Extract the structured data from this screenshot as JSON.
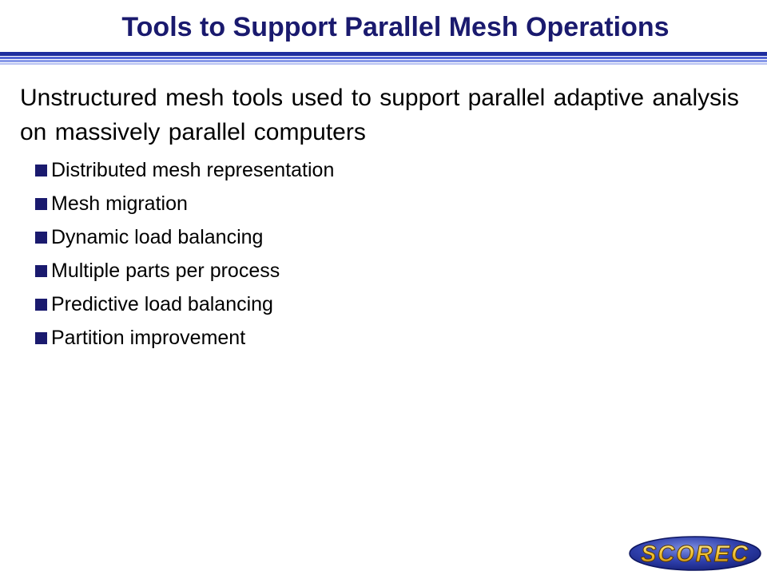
{
  "slide": {
    "title": "Tools to Support Parallel Mesh Operations",
    "lead_text": "Unstructured mesh tools used to support parallel adaptive analysis on massively parallel computers",
    "bullets": [
      "Distributed mesh representation",
      "Mesh migration",
      "Dynamic load balancing",
      "Multiple parts per process",
      "Predictive load balancing",
      "Partition improvement"
    ],
    "bullet_icon": "square-bullet-icon",
    "logo_text": "SCOREC"
  },
  "colors": {
    "title": "#1a1a6e",
    "rule": "#1e2d9e",
    "bullet": "#1a1a6e",
    "logo_oval": "#2a3aa8",
    "logo_text": "#e8b020"
  }
}
